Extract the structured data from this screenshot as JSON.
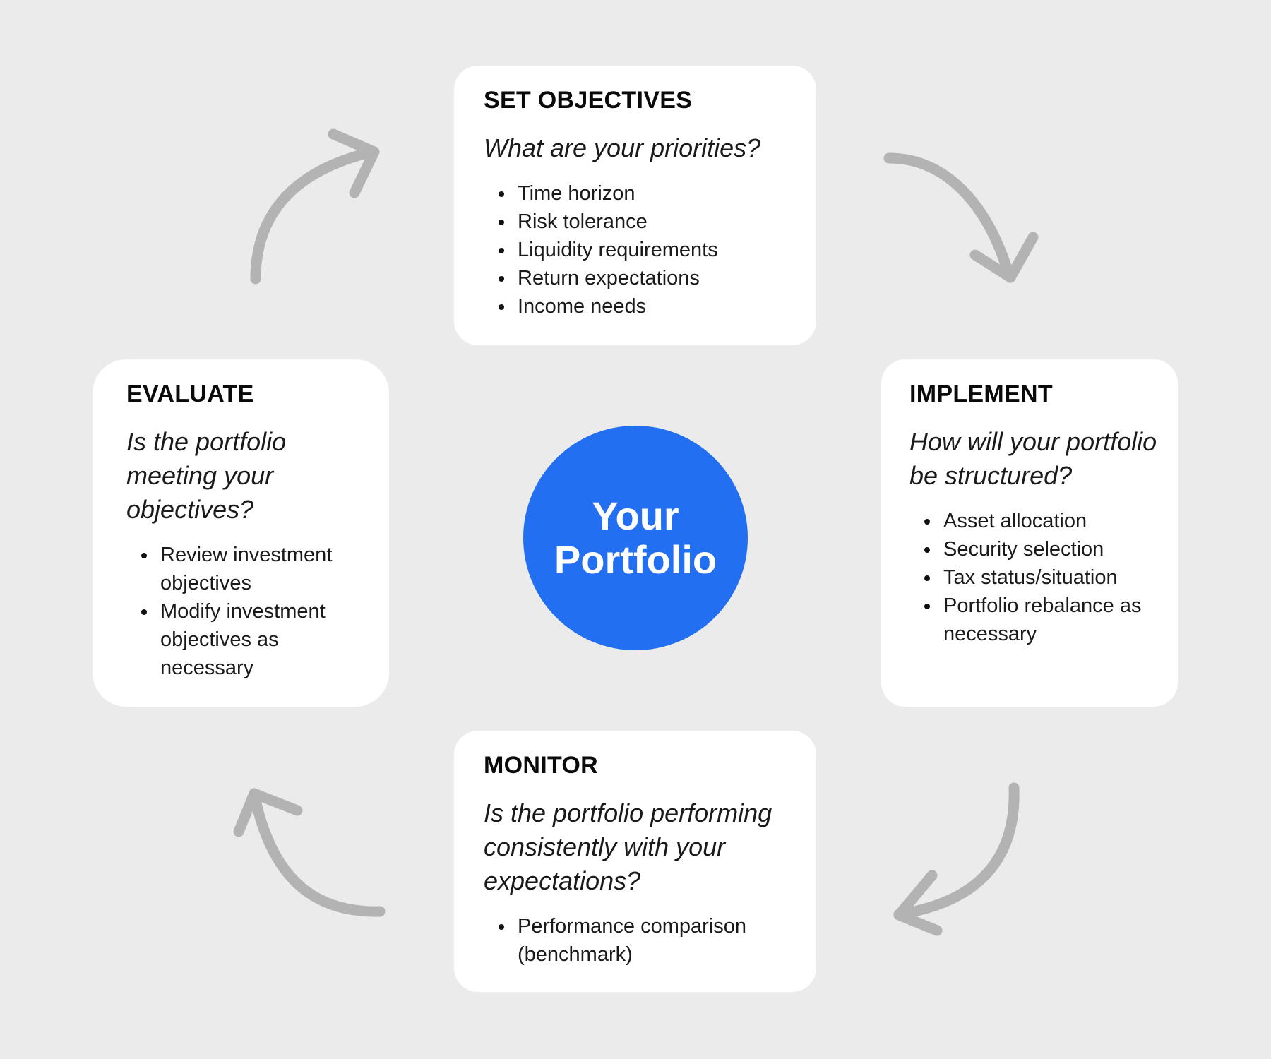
{
  "center": {
    "label": "Your Portfolio",
    "color": "#236ff2"
  },
  "arrow_color": "#b3b3b3",
  "steps": {
    "set_objectives": {
      "title": "SET OBJECTIVES",
      "question": "What are your priorities?",
      "items": [
        "Time horizon",
        "Risk tolerance",
        "Liquidity requirements",
        "Return expectations",
        "Income needs"
      ]
    },
    "implement": {
      "title": "IMPLEMENT",
      "question": "How will your portfolio be structured?",
      "items": [
        "Asset allocation",
        "Security selection",
        "Tax status/situation",
        "Portfolio rebalance as necessary"
      ]
    },
    "monitor": {
      "title": "MONITOR",
      "question": "Is the portfolio performing consistently with your expectations?",
      "items": [
        "Performance comparison (benchmark)"
      ]
    },
    "evaluate": {
      "title": "EVALUATE",
      "question": "Is the portfolio meeting your objectives?",
      "items": [
        "Review investment objectives",
        "Modify investment objectives as necessary"
      ]
    }
  }
}
